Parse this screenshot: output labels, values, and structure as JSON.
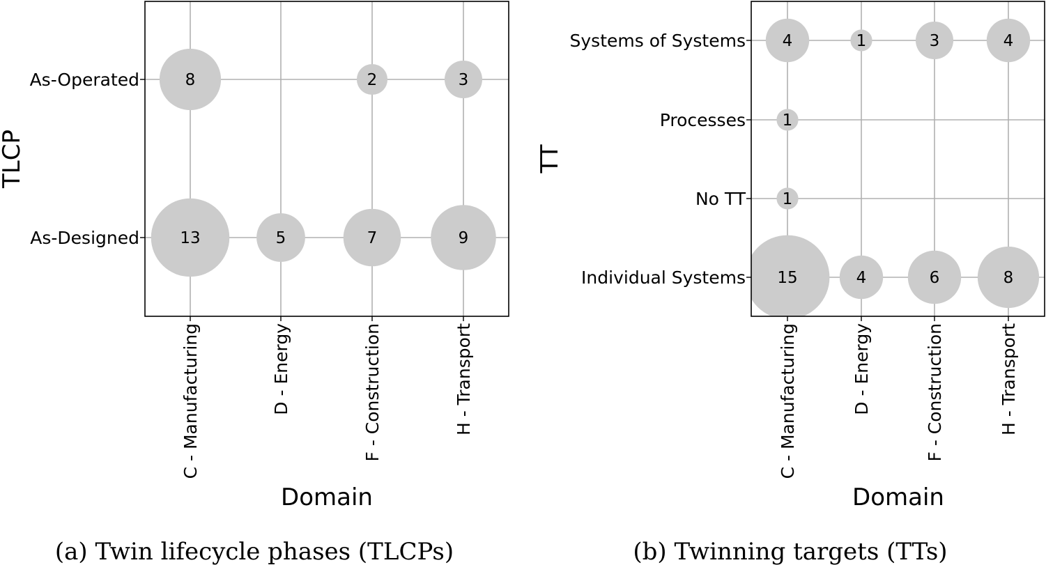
{
  "chart_data": [
    {
      "type": "scatter",
      "subtype": "bubble",
      "caption": "(a) Twin lifecycle phases (TLCPs)",
      "xlabel": "Domain",
      "ylabel": "TLCP",
      "x_categories": [
        "C - Manufacturing",
        "D - Energy",
        "F - Construction",
        "H - Transport"
      ],
      "y_categories": [
        "As-Designed",
        "As-Operated"
      ],
      "grid": true,
      "bubble_color": "#cccccc",
      "points": [
        {
          "x": "C - Manufacturing",
          "y": "As-Operated",
          "value": 8
        },
        {
          "x": "F - Construction",
          "y": "As-Operated",
          "value": 2
        },
        {
          "x": "H - Transport",
          "y": "As-Operated",
          "value": 3
        },
        {
          "x": "C - Manufacturing",
          "y": "As-Designed",
          "value": 13
        },
        {
          "x": "D - Energy",
          "y": "As-Designed",
          "value": 5
        },
        {
          "x": "F - Construction",
          "y": "As-Designed",
          "value": 7
        },
        {
          "x": "H - Transport",
          "y": "As-Designed",
          "value": 9
        }
      ]
    },
    {
      "type": "scatter",
      "subtype": "bubble",
      "caption": "(b) Twinning targets (TTs)",
      "xlabel": "Domain",
      "ylabel": "TT",
      "x_categories": [
        "C - Manufacturing",
        "D - Energy",
        "F - Construction",
        "H - Transport"
      ],
      "y_categories": [
        "Individual Systems",
        "No TT",
        "Processes",
        "Systems of Systems"
      ],
      "grid": true,
      "bubble_color": "#cccccc",
      "points": [
        {
          "x": "C - Manufacturing",
          "y": "Systems of Systems",
          "value": 4
        },
        {
          "x": "D - Energy",
          "y": "Systems of Systems",
          "value": 1
        },
        {
          "x": "F - Construction",
          "y": "Systems of Systems",
          "value": 3
        },
        {
          "x": "H - Transport",
          "y": "Systems of Systems",
          "value": 4
        },
        {
          "x": "C - Manufacturing",
          "y": "Processes",
          "value": 1
        },
        {
          "x": "C - Manufacturing",
          "y": "No TT",
          "value": 1
        },
        {
          "x": "C - Manufacturing",
          "y": "Individual Systems",
          "value": 15
        },
        {
          "x": "D - Energy",
          "y": "Individual Systems",
          "value": 4
        },
        {
          "x": "F - Construction",
          "y": "Individual Systems",
          "value": 6
        },
        {
          "x": "H - Transport",
          "y": "Individual Systems",
          "value": 8
        }
      ]
    }
  ]
}
